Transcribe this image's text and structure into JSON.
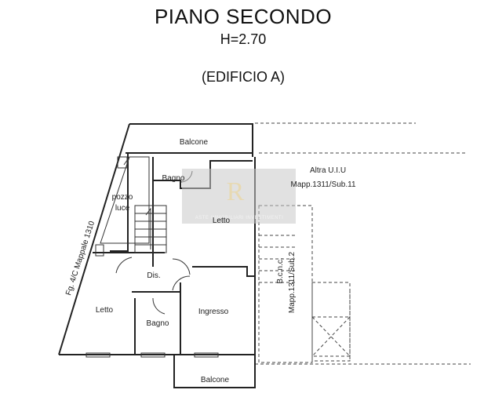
{
  "header": {
    "title": "PIANO SECONDO",
    "height": "H=2.70",
    "building": "(EDIFICIO A)"
  },
  "rooms": {
    "balcone_top": "Balcone",
    "bagno_top": "Bagno",
    "pozzo": "pozzo",
    "luce": "luce",
    "letto_top": "Letto",
    "dis": "Dis.",
    "letto_left": "Letto",
    "bagno_bottom": "Bagno",
    "ingresso": "Ingresso",
    "balcone_bottom": "Balcone"
  },
  "annotations": {
    "altra_uiu": "Altra U.I.U",
    "mapp_sub11": "Mapp.1311/Sub.11",
    "bcnc": "B.c.n.c.",
    "mapp_sub2": "Mapp.1311/Sub.2",
    "fg_mappale": "Fg. 4/C Mappale 1310"
  },
  "watermark": {
    "logo_letters": "R",
    "text": "ASTE IMMOBILIARI INVESTIMENTI"
  }
}
